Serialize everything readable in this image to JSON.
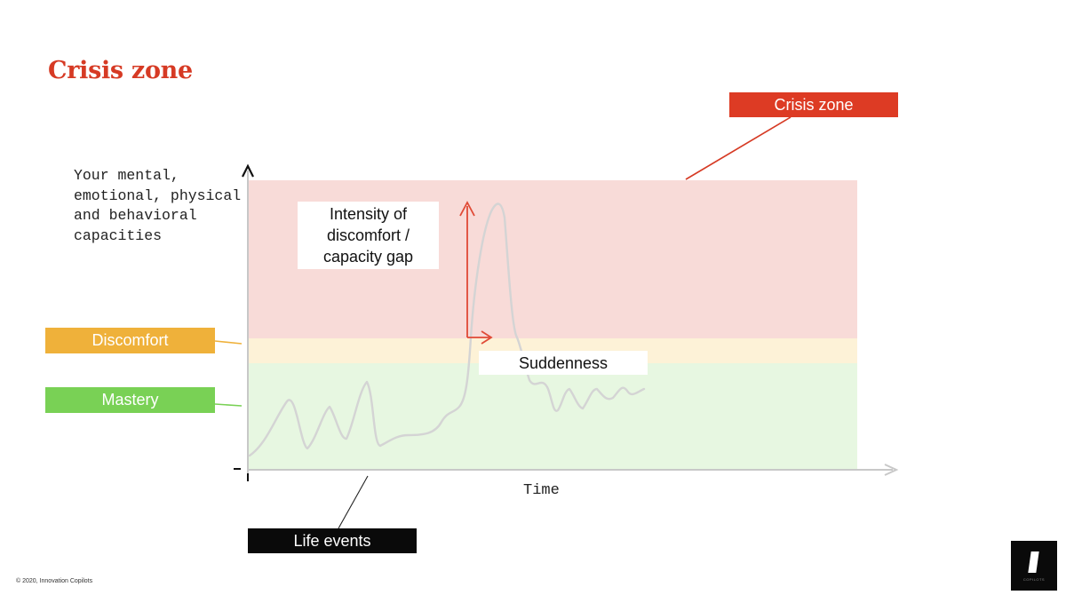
{
  "slide": {
    "title": "Crisis zone",
    "copyright": "© 2020, Innovation Copilots"
  },
  "diagram": {
    "y_axis_label": "Your mental, emotional, physical and behavioral capacities",
    "x_axis_label": "Time",
    "zones": [
      {
        "label": "Crisis zone",
        "color": "#dd3b24",
        "fill": "#f8dbd8"
      },
      {
        "label": "Discomfort",
        "color": "#efb13a",
        "fill": "#fdf2d7"
      },
      {
        "label": "Mastery",
        "color": "#79d155",
        "fill": "#e7f7e1"
      }
    ],
    "annotations": {
      "intensity": "Intensity of discomfort / capacity gap",
      "suddenness": "Suddenness",
      "life_events": "Life events"
    },
    "colors": {
      "accent": "#d63a24",
      "curve": "#d4d4d4",
      "axis": "#c8c8c8",
      "arrow": "#e04a36"
    }
  },
  "logo": {
    "caption": "COPILOTS"
  }
}
